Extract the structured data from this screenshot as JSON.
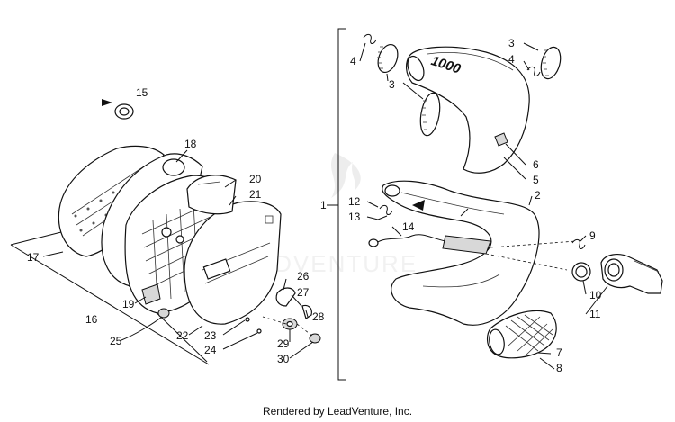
{
  "footer": "Rendered by LeadVenture, Inc.",
  "watermark": "LEADVENTURE",
  "tube_label": "1000",
  "callouts": [
    {
      "id": "c1",
      "label": "1"
    },
    {
      "id": "c2",
      "label": "2"
    },
    {
      "id": "c3a",
      "label": "3"
    },
    {
      "id": "c3b",
      "label": "3"
    },
    {
      "id": "c4a",
      "label": "4"
    },
    {
      "id": "c4b",
      "label": "4"
    },
    {
      "id": "c5",
      "label": "5"
    },
    {
      "id": "c6",
      "label": "6"
    },
    {
      "id": "c7",
      "label": "7"
    },
    {
      "id": "c8",
      "label": "8"
    },
    {
      "id": "c9",
      "label": "9"
    },
    {
      "id": "c10",
      "label": "10"
    },
    {
      "id": "c11",
      "label": "11"
    },
    {
      "id": "c12",
      "label": "12"
    },
    {
      "id": "c13",
      "label": "13"
    },
    {
      "id": "c14",
      "label": "14"
    },
    {
      "id": "c15",
      "label": "15"
    },
    {
      "id": "c16",
      "label": "16"
    },
    {
      "id": "c17",
      "label": "17"
    },
    {
      "id": "c18",
      "label": "18"
    },
    {
      "id": "c19",
      "label": "19"
    },
    {
      "id": "c20",
      "label": "20"
    },
    {
      "id": "c21",
      "label": "21"
    },
    {
      "id": "c22",
      "label": "22"
    },
    {
      "id": "c23",
      "label": "23"
    },
    {
      "id": "c24",
      "label": "24"
    },
    {
      "id": "c25",
      "label": "25"
    },
    {
      "id": "c26",
      "label": "26"
    },
    {
      "id": "c27",
      "label": "27"
    },
    {
      "id": "c28",
      "label": "28"
    },
    {
      "id": "c29",
      "label": "29"
    },
    {
      "id": "c30",
      "label": "30"
    }
  ]
}
